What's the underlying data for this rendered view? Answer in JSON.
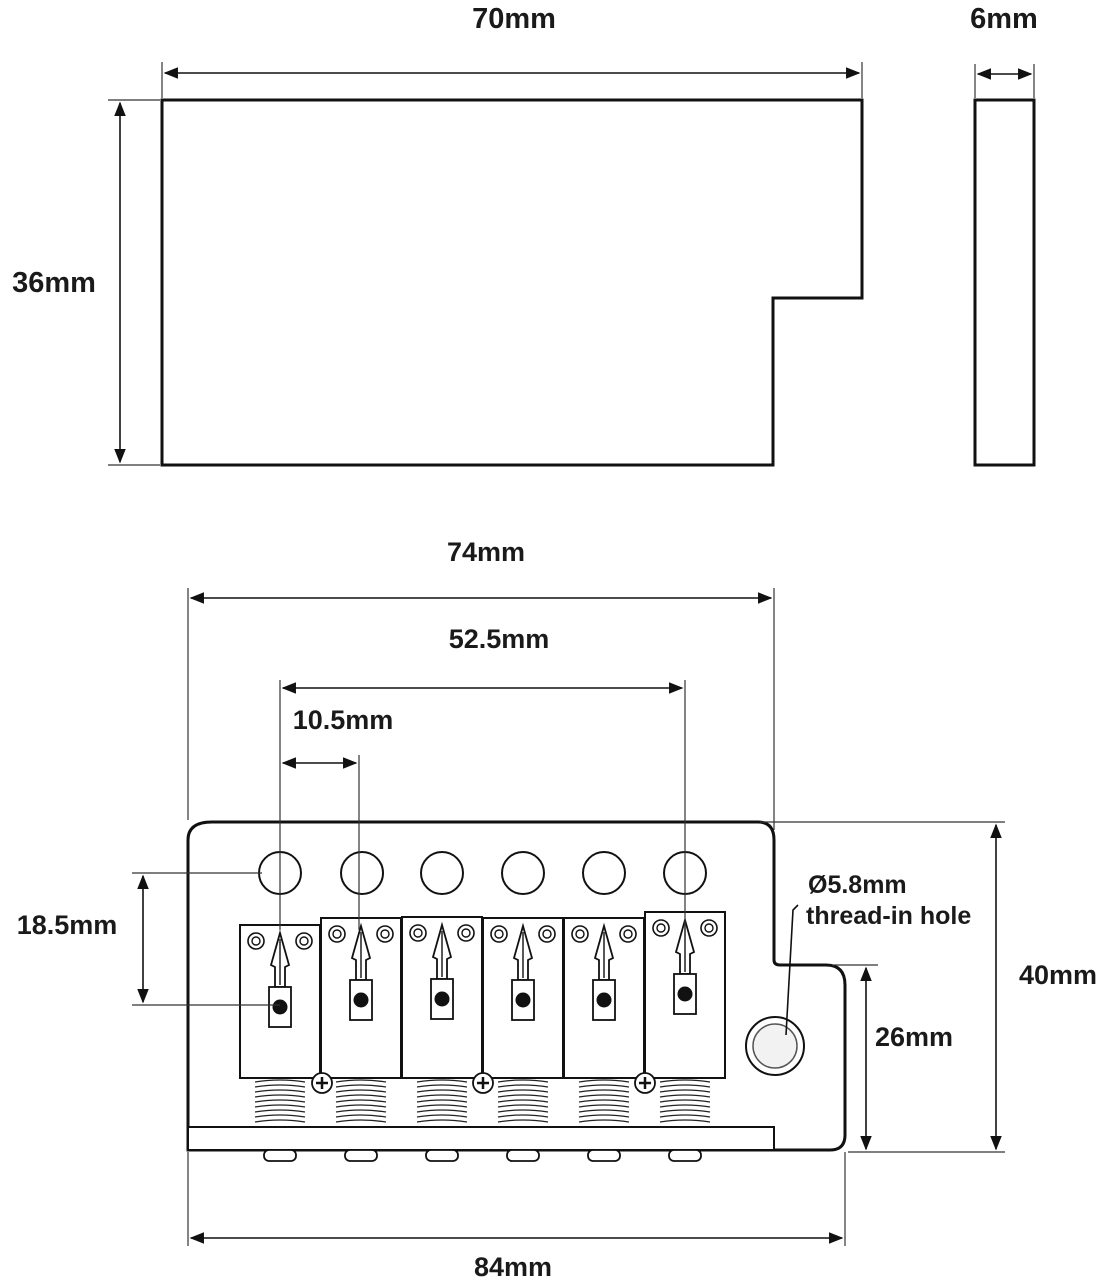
{
  "block": {
    "width_label": "70mm",
    "height_label": "36mm",
    "thickness_label": "6mm"
  },
  "bridge": {
    "overall_width_label": "74mm",
    "string_spread_label": "52.5mm",
    "string_spacing_label": "10.5mm",
    "hole_row_offset_label": "18.5mm",
    "hole_note_line1": "Ø5.8mm",
    "hole_note_line2": "thread-in hole",
    "total_height_label": "40mm",
    "tab_height_label": "26mm",
    "base_width_label": "84mm",
    "saddle_count": 6
  },
  "colors": {
    "line": "#111111",
    "background": "#ffffff"
  }
}
